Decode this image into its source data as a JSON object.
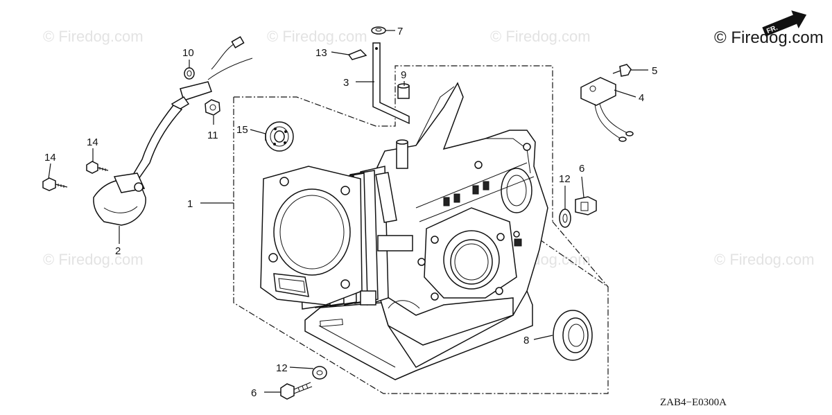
{
  "watermark": {
    "text": "© Firedog.com",
    "corner_text": "© Firedog.com",
    "direction_label": "FR."
  },
  "diagram_code": "ZAB4−E0300A",
  "callouts": [
    {
      "id": "c1",
      "label": "1",
      "part": "cylinder-barrel"
    },
    {
      "id": "c2",
      "label": "2",
      "part": "ignition-coil"
    },
    {
      "id": "c3",
      "label": "3",
      "part": "stay-bracket"
    },
    {
      "id": "c4",
      "label": "4",
      "part": "oil-alert-switch"
    },
    {
      "id": "c5",
      "label": "5",
      "part": "flange-bolt"
    },
    {
      "id": "c6a",
      "label": "6",
      "part": "drain-plug-bolt"
    },
    {
      "id": "c6b",
      "label": "6",
      "part": "drain-plug-bolt"
    },
    {
      "id": "c7",
      "label": "7",
      "part": "washer"
    },
    {
      "id": "c8",
      "label": "8",
      "part": "oil-seal"
    },
    {
      "id": "c9",
      "label": "9",
      "part": "collar"
    },
    {
      "id": "c10",
      "label": "10",
      "part": "o-ring"
    },
    {
      "id": "c11",
      "label": "11",
      "part": "nut"
    },
    {
      "id": "c12a",
      "label": "12",
      "part": "sealing-washer"
    },
    {
      "id": "c12b",
      "label": "12",
      "part": "sealing-washer"
    },
    {
      "id": "c13",
      "label": "13",
      "part": "clip"
    },
    {
      "id": "c14a",
      "label": "14",
      "part": "bolt"
    },
    {
      "id": "c14b",
      "label": "14",
      "part": "bolt"
    },
    {
      "id": "c15",
      "label": "15",
      "part": "ball-bearing"
    }
  ]
}
